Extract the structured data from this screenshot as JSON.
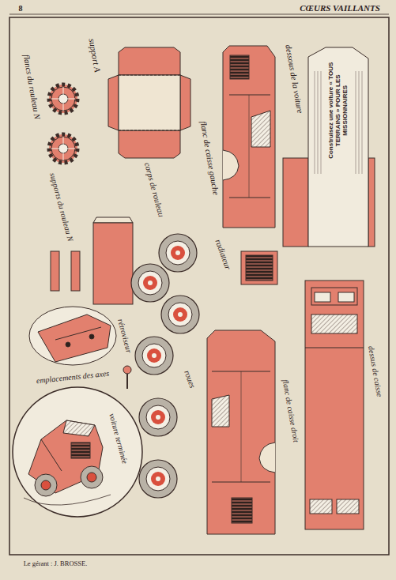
{
  "diagram": {
    "nodes": [
      {
        "text": [
          "Construisez une voiture « TOUS TERRAINS » POUR LES MISSIONNAIRES"
        ]
      }
    ],
    "labels": [
      "8",
      "CŒURS VAILLANTS",
      "support A",
      "flancs du rouleau N",
      "dessous de la voiture",
      "flanc de caisse gauche",
      "corps de rouleau",
      "radiateur",
      "supports du rouleau N",
      "rétroviseur",
      "roues",
      "flanc de caisse droit",
      "dessus de caisse",
      "emplacements des axes",
      "voiture terminée",
      "Le gérant : J. BROSSE."
    ]
  }
}
